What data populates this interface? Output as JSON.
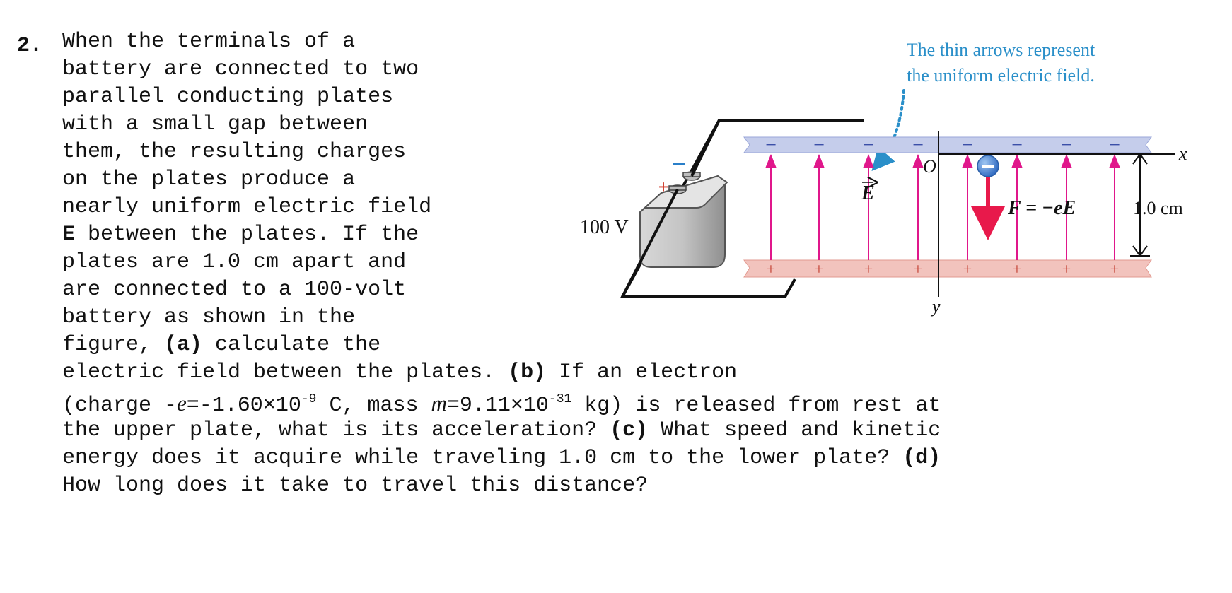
{
  "question": {
    "number": "2.",
    "lines": [
      "When the terminals of a",
      "battery are connected to two",
      "parallel conducting plates",
      "with a small gap between",
      "them, the resulting charges",
      "on the plates produce a",
      "nearly uniform electric field"
    ],
    "line8": {
      "bold": "E",
      "rest": " between the plates. If the"
    },
    "lines_b": [
      "plates are 1.0 cm apart and",
      "are connected to a 100-volt",
      "battery as shown in the"
    ],
    "line12": {
      "pre": "figure, ",
      "part_a": "(a)",
      "post": " calculate the"
    },
    "line13": {
      "pre": "electric field between the plates. ",
      "part_b": "(b)",
      "post": " If an electron"
    },
    "line14": {
      "p1": "(charge -",
      "e_sym": "e",
      "p2": "=-1.60×10",
      "exp1": "-9",
      "p3": " C, mass ",
      "m_sym": "m",
      "p4": "=9.11×10",
      "exp2": "-31",
      "p5": " kg) is released from rest at"
    },
    "line15": {
      "pre": "the upper plate, what is its acceleration? ",
      "part_c": "(c)",
      "post": " What speed and kinetic"
    },
    "line16": {
      "pre": "energy does it acquire while traveling 1.0 cm to the lower plate? ",
      "part_d": "(d)"
    },
    "line17": "How long does it take to travel this distance?"
  },
  "figure": {
    "caption_line1": "The thin arrows represent",
    "caption_line2": "the uniform electric field.",
    "voltage_label": "100 V",
    "field_label": "E",
    "force_label": "F = −eE",
    "gap_label": "1.0 cm",
    "origin_label": "O",
    "x_axis_label": "x",
    "y_axis_label": "y",
    "negative_sign": "−",
    "positive_sign": "+",
    "colors": {
      "caption": "#2a8fc9",
      "negative_plate": "#c5cdeb",
      "positive_plate": "#f2c3bd",
      "field_arrow": "#e0178b",
      "force_arrow": "#e8194b",
      "electron": "#3d7fd6"
    }
  }
}
